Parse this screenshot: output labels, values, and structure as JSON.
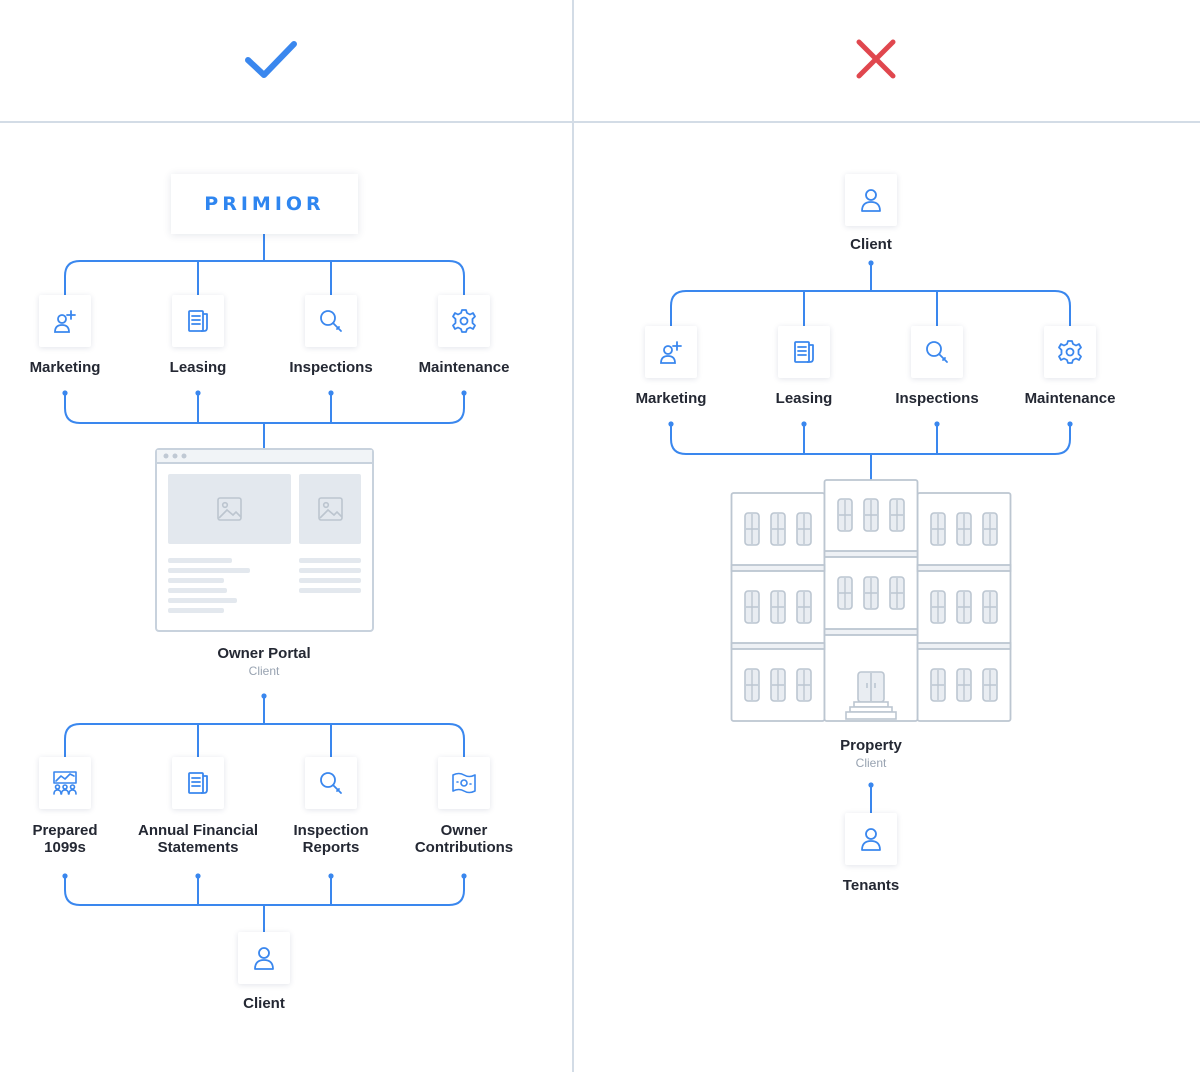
{
  "marks": {
    "correct_icon": "check-icon",
    "incorrect_icon": "cross-icon",
    "correct_color": "#3a87ee",
    "incorrect_color": "#e0474e"
  },
  "colors": {
    "accent": "#3a87ee",
    "divider": "#d3dce6",
    "muted": "#98a3b1",
    "text": "#242833"
  },
  "left": {
    "logo": "PRIMIOR",
    "services": [
      {
        "label": "Marketing",
        "icon": "person-plus-icon"
      },
      {
        "label": "Leasing",
        "icon": "document-icon"
      },
      {
        "label": "Inspections",
        "icon": "magnifier-icon"
      },
      {
        "label": "Maintenance",
        "icon": "gear-icon"
      }
    ],
    "portal": {
      "title": "Owner Portal",
      "subtitle": "Client"
    },
    "deliverables": [
      {
        "label": "Prepared\n1099s",
        "icon": "chart-people-icon"
      },
      {
        "label": "Annual Financial\nStatements",
        "icon": "document-icon"
      },
      {
        "label": "Inspection\nReports",
        "icon": "magnifier-icon"
      },
      {
        "label": "Owner\nContributions",
        "icon": "money-icon"
      }
    ],
    "client": {
      "label": "Client",
      "icon": "person-icon"
    }
  },
  "right": {
    "client": {
      "label": "Client",
      "icon": "person-icon"
    },
    "services": [
      {
        "label": "Marketing",
        "icon": "person-plus-icon"
      },
      {
        "label": "Leasing",
        "icon": "document-icon"
      },
      {
        "label": "Inspections",
        "icon": "magnifier-icon"
      },
      {
        "label": "Maintenance",
        "icon": "gear-icon"
      }
    ],
    "property": {
      "title": "Property",
      "subtitle": "Client"
    },
    "tenants": {
      "label": "Tenants",
      "icon": "person-icon"
    }
  }
}
